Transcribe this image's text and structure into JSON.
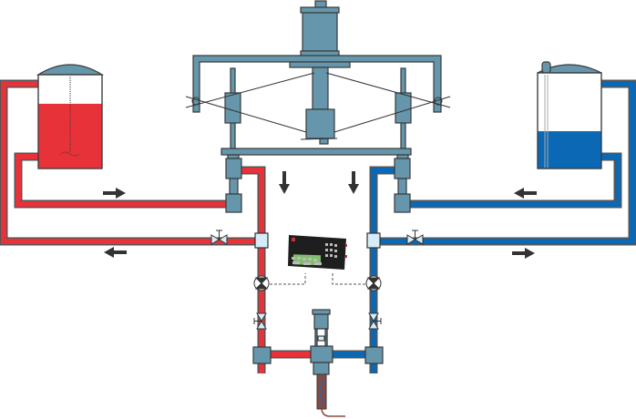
{
  "colors": {
    "hot_fluid": "#e8323a",
    "cold_fluid": "#0a68b4",
    "equipment": "#6596ab",
    "outline": "#3a3a3a",
    "fitting": "#d6ecf8",
    "controller_body": "#1e1e1e",
    "controller_screen": "#7fbf6a"
  },
  "tanks": {
    "left": {
      "fill_level": 0.69,
      "fluid": "hot_fluid"
    },
    "right": {
      "fill_level": 0.39,
      "fluid": "cold_fluid"
    }
  },
  "icons": [
    "hydraulic-press",
    "tank",
    "valve",
    "pump",
    "flow-arrow",
    "controller",
    "mixer",
    "heater-probe"
  ]
}
